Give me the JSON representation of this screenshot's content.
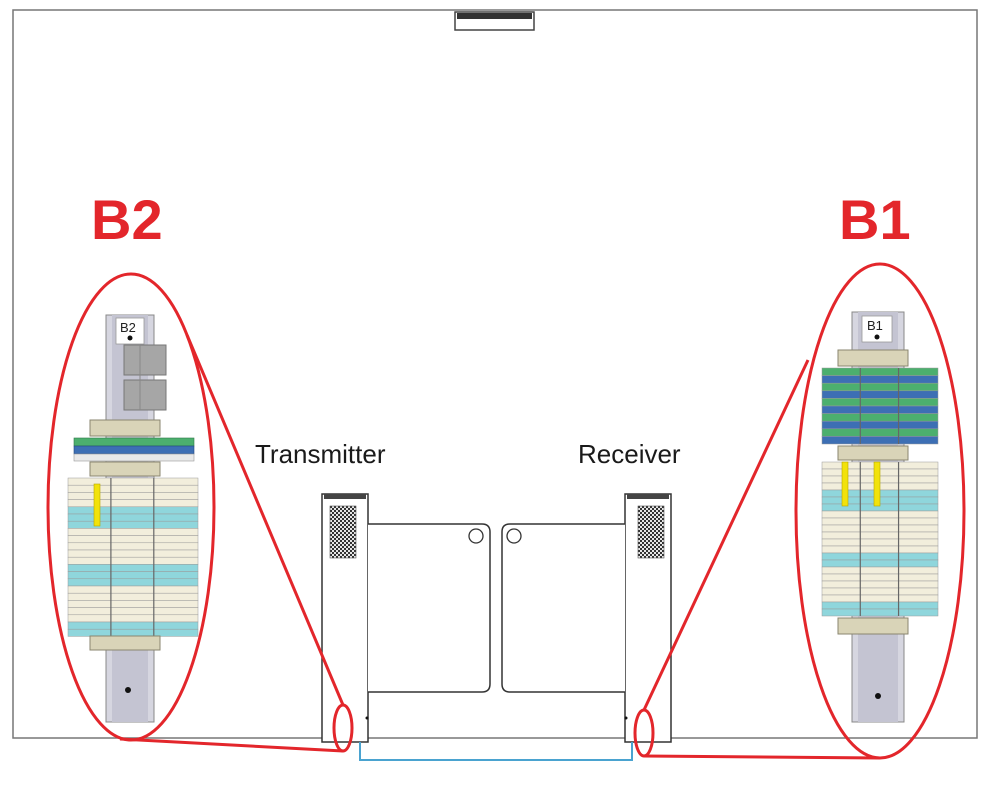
{
  "labels": {
    "b2": "B2",
    "b1": "B1",
    "transmitter": "Transmitter",
    "receiver": "Receiver",
    "b2_rail": "B2",
    "b1_rail": "B1"
  },
  "colors": {
    "callout": "#e3262b",
    "outline": "#555555",
    "cable": "#4aa3d0",
    "green_terminal": "#4caf6e",
    "blue_terminal": "#3d6fb4",
    "cyan_terminal": "#8fd6dc",
    "cream_terminal": "#f2eedc",
    "yellow_jumper": "#f2e20a",
    "gray_module": "#a9a9a9",
    "rail": "#c9c9d6"
  },
  "icons": [
    "grille-icon"
  ]
}
